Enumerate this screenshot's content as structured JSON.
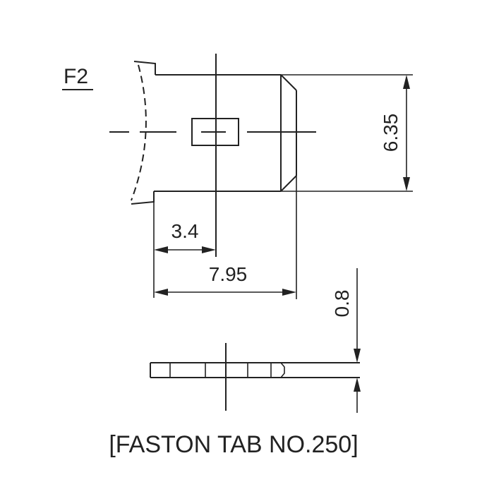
{
  "drawing": {
    "part_label": "F2",
    "caption": "[FASTON TAB NO.250]",
    "dimensions": {
      "height": "6.35",
      "hole_offset": "3.4",
      "length": "7.95",
      "thickness": "0.8"
    }
  }
}
